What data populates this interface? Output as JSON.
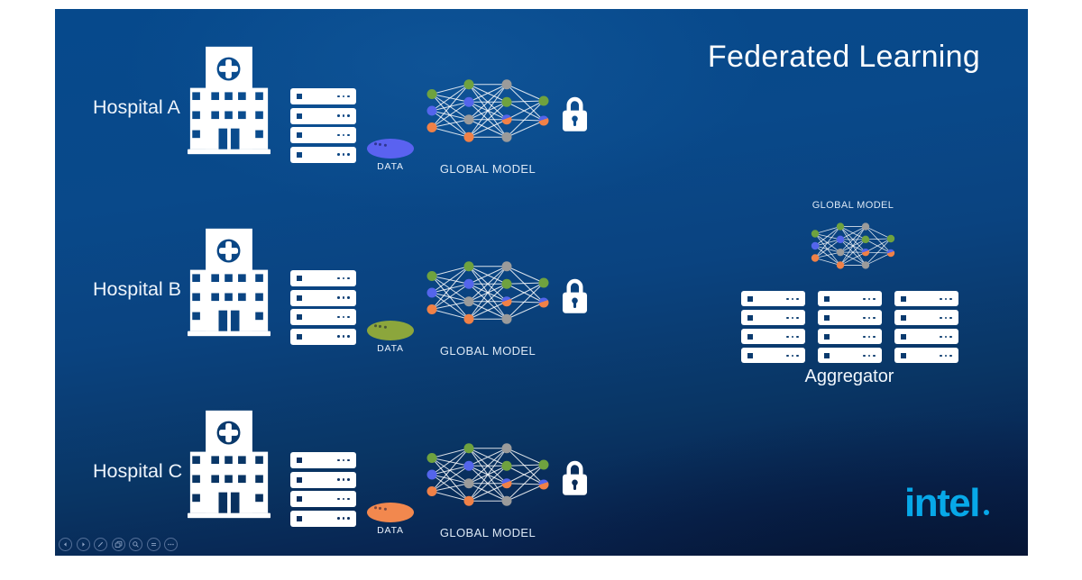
{
  "slide": {
    "title": "Federated Learning",
    "brand": "intel",
    "brand_color": "#07a8e8"
  },
  "hospitals": [
    {
      "label": "Hospital A",
      "data_label": "DATA",
      "data_color": "#5a62f0",
      "model_label": "GLOBAL MODEL",
      "hole_color": "#0a4583"
    },
    {
      "label": "Hospital B",
      "data_label": "DATA",
      "data_color": "#8ca63c",
      "model_label": "GLOBAL MODEL",
      "hole_color": "#0a3c72"
    },
    {
      "label": "Hospital C",
      "data_label": "DATA",
      "data_color": "#f2884e",
      "model_label": "GLOBAL MODEL",
      "hole_color": "#0a2e5e"
    }
  ],
  "aggregator": {
    "label": "Aggregator",
    "model_label": "GLOBAL MODEL",
    "columns": 3,
    "rows_per_column": 4,
    "hole_color": "#093a6e"
  },
  "network": {
    "layers": [
      [
        "green",
        "blue",
        "orange"
      ],
      [
        "green",
        "blue",
        "gray",
        "orange"
      ],
      [
        "gray",
        "green",
        "split",
        "gray"
      ],
      [
        "green",
        "split"
      ]
    ],
    "colors": {
      "green": "#6fa23f",
      "blue": "#5465ec",
      "orange": "#f08147",
      "gray": "#9b9b9b"
    },
    "split_top": "#5465ec",
    "split_bottom": "#f08147",
    "edge_color": "rgba(255,255,255,0.85)"
  },
  "toolbar": {
    "items": [
      {
        "icon": "previous-slide"
      },
      {
        "icon": "next-slide"
      },
      {
        "icon": "pen"
      },
      {
        "icon": "all-slides"
      },
      {
        "icon": "zoom"
      },
      {
        "icon": "captions"
      },
      {
        "icon": "more-options"
      }
    ]
  }
}
